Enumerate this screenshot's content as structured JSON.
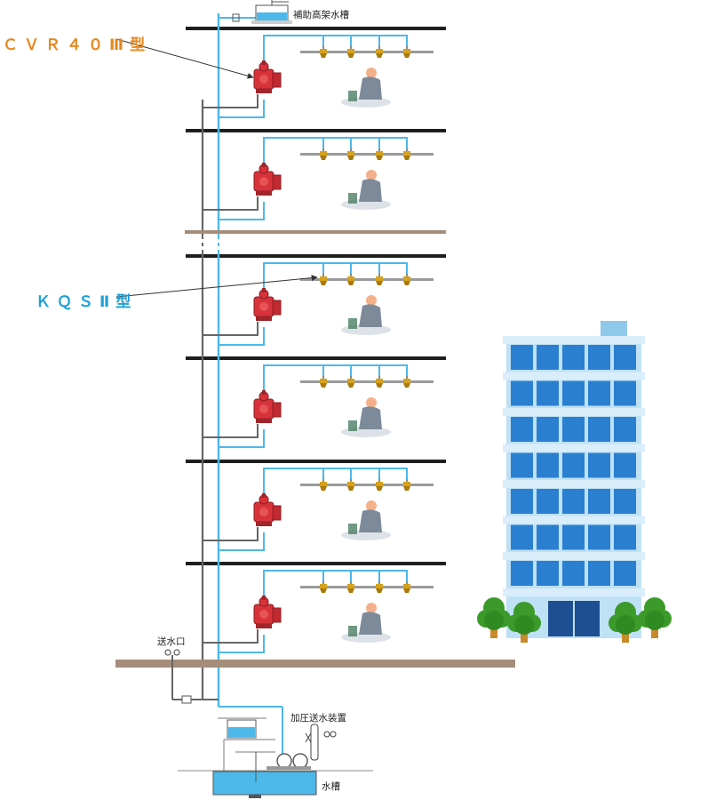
{
  "labels": {
    "cvr_callout": "ＣＶＲ４０Ⅲ型",
    "kqs_callout": "ＫＱＳⅡ型",
    "roof_tank": "補助高架水槽",
    "inlet": "送水口",
    "pump_unit": "加圧送水装置",
    "water_tank": "水槽"
  },
  "colors": {
    "cvr_callout": "#e8871e",
    "kqs_callout": "#1da1d8",
    "pipe_blue": "#4db8ea",
    "pipe_gray": "#666666",
    "slab": "#1f1f1f",
    "ground": "#a48d7a",
    "valve_red": "#d8333a",
    "head_gold": "#d6a21c",
    "building_blue": "#2a7fd0",
    "tree_green": "#3b9a2a"
  },
  "icons": {
    "floor_valve": "alarm-valve-icon",
    "sprinkler": "sprinkler-head-icon",
    "building": "office-building-icon",
    "tree": "tree-icon"
  }
}
